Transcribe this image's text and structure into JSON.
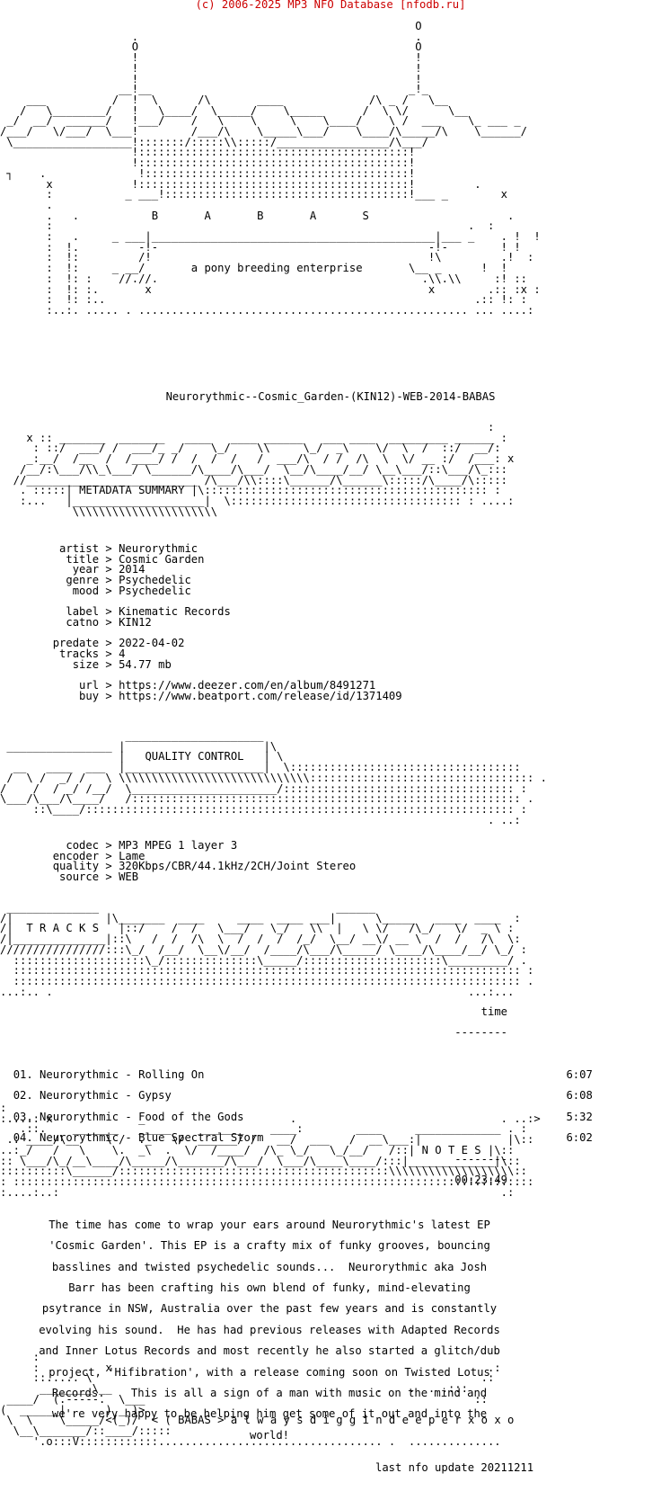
{
  "header": {
    "copyright": "(c) 2006-2025 MP3 NFO Database [nfodb.ru]"
  },
  "logo": {
    "group_letters": "B       A       B       A       S",
    "slogan": "a pony breeding enterprise"
  },
  "release": {
    "name": "Neurorythmic--Cosmic_Garden-(KIN12)-WEB-2014-BABAS"
  },
  "sections": {
    "metadata_title": "METADATA SUMMARY",
    "quality_title": "QUALITY CONTROL",
    "tracks_title": "T R A C K S",
    "notes_title": "N O T E S"
  },
  "metadata": {
    "artist": "Neurorythmic",
    "title": "Cosmic Garden",
    "year": "2014",
    "genre": "Psychedelic",
    "mood": "Psychedelic",
    "label": "Kinematic Records",
    "catno": "KIN12",
    "predate": "2022-04-02",
    "tracks": "4",
    "size": "54.77 mb",
    "url": "https://www.deezer.com/en/album/8491271",
    "buy": "https://www.beatport.com/release/id/1371409"
  },
  "quality": {
    "codec": "MP3 MPEG 1 layer 3",
    "encoder": "Lame",
    "quality": "320Kbps/CBR/44.1kHz/2CH/Joint Stereo",
    "source": "WEB"
  },
  "tracklist": {
    "time_header": "time",
    "tracks": [
      {
        "num": "01.",
        "title": "Neurorythmic - Rolling On",
        "time": "6:07"
      },
      {
        "num": "02.",
        "title": "Neurorythmic - Gypsy",
        "time": "6:08"
      },
      {
        "num": "03.",
        "title": "Neurorythmic - Food of the Gods",
        "time": "5:32"
      },
      {
        "num": "04.",
        "title": "Neurorythmic - Blue Spectral Storm",
        "time": "6:02"
      }
    ],
    "total": "00:23:49"
  },
  "notes": {
    "lines": [
      "The time has come to wrap your ears around Neurorythmic's latest EP",
      "'Cosmic Garden'. This EP is a crafty mix of funky grooves, bouncing",
      "basslines and twisted psychedelic sounds...  Neurorythmic aka Josh",
      "Barr has been crafting his own blend of funky, mind-elevating",
      "psytrance in NSW, Australia over the past few years and is constantly",
      "evolving his sound.  He has had previous releases with Adapted Records",
      "and Inner Lotus Records and most recently he also started a glitch/dub",
      "project, 'Hifibration', with a release coming soon on Twisted Lotus",
      "Records.    This is all a sign of a man with music on the mind and",
      "we're very happy to be helping him get some of it out and into the",
      "world!"
    ]
  },
  "footer": {
    "tagline": "< ( BABAS > a l w a y s d i g g i n d e e p e r x o x o",
    "last_update": "last nfo update 20211211"
  }
}
